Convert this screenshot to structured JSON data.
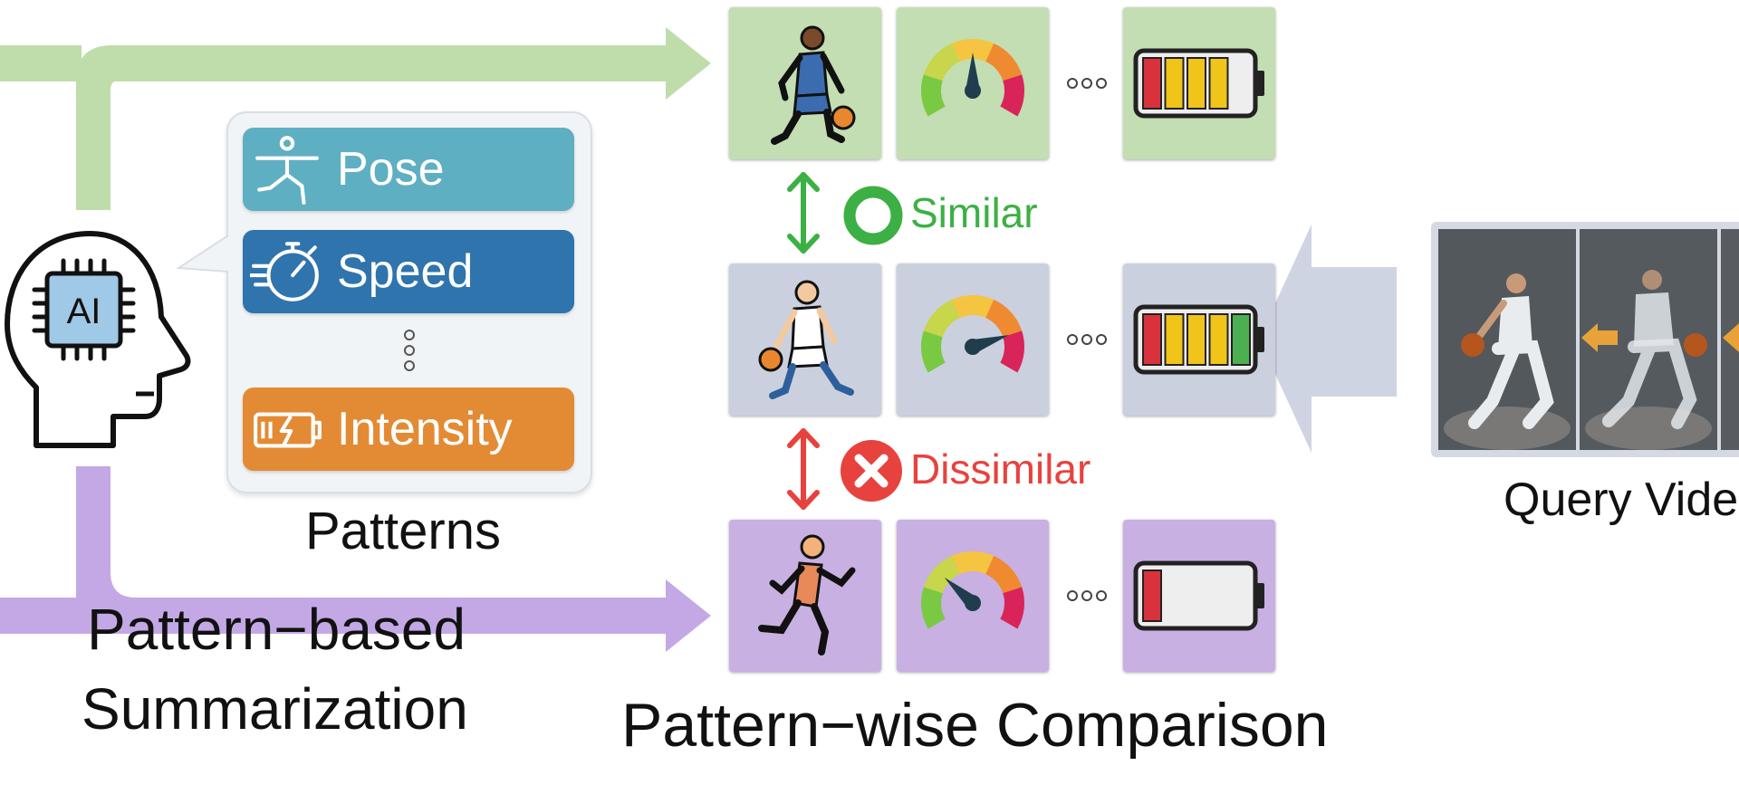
{
  "patterns": {
    "title": "Patterns",
    "items": [
      {
        "label": "Pose",
        "color": "#5fafc2",
        "icon": "pose-icon"
      },
      {
        "label": "Speed",
        "color": "#2f74ad",
        "icon": "stopwatch-icon"
      },
      {
        "label": "Intensity",
        "color": "#e38b34",
        "icon": "battery-bolt-icon"
      }
    ]
  },
  "ai_head": {
    "text": "AI",
    "icon": "ai-head-icon"
  },
  "left_caption": {
    "line1": "Pattern−based",
    "line2": "Summarization"
  },
  "bottom_caption": "Pattern−wise Comparison",
  "query_caption": "Query Vide",
  "comparisons": [
    {
      "label": "Similar",
      "color": "#3cb044",
      "icon": "circle-check-icon"
    },
    {
      "label": "Dissimilar",
      "color": "#e8423e",
      "icon": "x-mark-icon"
    }
  ],
  "rows": [
    {
      "name": "top",
      "tile_color": "#c3deb2",
      "gauge_level": 0.5,
      "battery_level": 4
    },
    {
      "name": "query",
      "tile_color": "#cbd0de",
      "gauge_level": 0.8,
      "battery_level": 5
    },
    {
      "name": "bottom",
      "tile_color": "#c8b0e2",
      "gauge_level": 0.3,
      "battery_level": 1
    }
  ],
  "colors": {
    "green_arrow": "#bfddab",
    "purple_arrow": "#c4a8e6",
    "query_arrow": "#cfd4e2"
  }
}
